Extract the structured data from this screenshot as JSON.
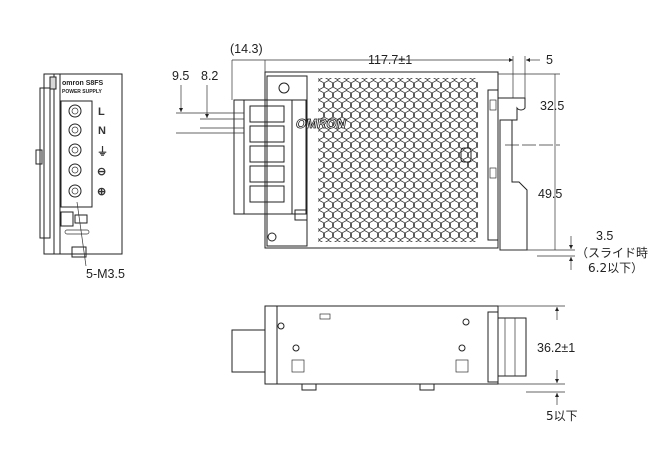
{
  "side_view": {
    "brand": "omron S8FS",
    "subtitle": "POWER SUPPLY",
    "terminals": [
      "L",
      "N",
      "⏚",
      "⊖",
      "⊕"
    ],
    "screw_label": "5-M3.5"
  },
  "front_view": {
    "logo": "OMRON",
    "dims": {
      "left_offset": "(14.3)",
      "width": "117.7±1",
      "rail": "5",
      "pitch_a": "9.5",
      "pitch_b": "8.2",
      "upper": "32.5",
      "lower": "49.5",
      "slide": "3.5",
      "slide_note_1": "（スライド時",
      "slide_note_2": "6.2以下）"
    }
  },
  "bottom_view": {
    "dims": {
      "depth": "36.2±1",
      "max": "5以下"
    }
  }
}
